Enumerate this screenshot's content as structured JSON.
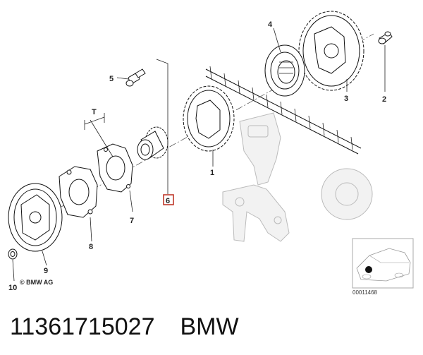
{
  "diagram": {
    "callouts": {
      "c1": "1",
      "c2": "2",
      "c3": "3",
      "c4": "4",
      "c5": "5",
      "c6": "6",
      "c7": "7",
      "c8": "8",
      "c9": "9",
      "c10": "10"
    },
    "dimension_label": "T",
    "copyright": "© BMW AG",
    "inset_ref": "00011468",
    "highlighted_callout": "6",
    "highlight_color": "#c0392b"
  },
  "caption": {
    "part_number": "11361715027",
    "brand": "BMW"
  }
}
